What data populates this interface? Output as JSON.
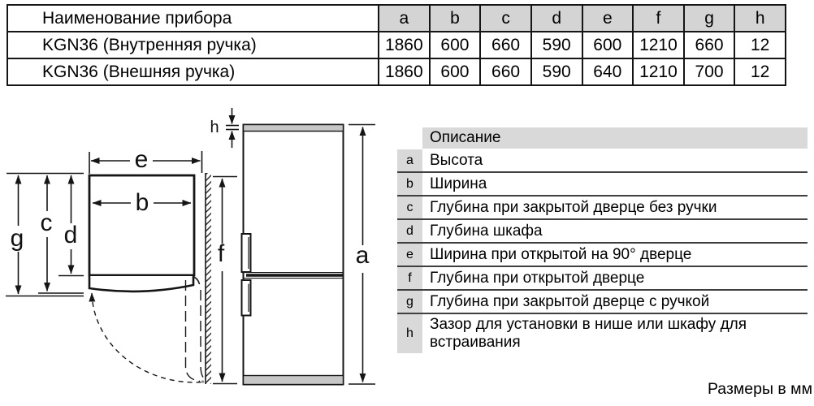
{
  "colors": {
    "table_header_bg": "#d4d4d4",
    "legend_bg": "#d9d9d9",
    "fridge_band": "#c7c7c7",
    "line": "#151515"
  },
  "dimensions_table": {
    "name_header": "Наименование прибора",
    "columns": [
      "a",
      "b",
      "c",
      "d",
      "e",
      "f",
      "g",
      "h"
    ],
    "rows": [
      {
        "name": "KGN36 (Внутренняя ручка)",
        "values": [
          "1860",
          "600",
          "660",
          "590",
          "600",
          "1210",
          "660",
          "12"
        ]
      },
      {
        "name": "KGN36 (Внешняя ручка)",
        "values": [
          "1860",
          "600",
          "660",
          "590",
          "640",
          "1210",
          "700",
          "12"
        ]
      }
    ]
  },
  "legend": {
    "header": "Описание",
    "items": [
      {
        "key": "a",
        "text": "Высота"
      },
      {
        "key": "b",
        "text": "Ширина"
      },
      {
        "key": "c",
        "text": "Глубина при закрытой дверце без ручки"
      },
      {
        "key": "d",
        "text": "Глубина шкафа"
      },
      {
        "key": "e",
        "text": "Ширина при открытой на 90° дверце"
      },
      {
        "key": "f",
        "text": "Глубина при открытой дверце"
      },
      {
        "key": "g",
        "text": "Глубина при закрытой дверце с ручкой"
      },
      {
        "key": "h",
        "text": "Зазор для установки в нише или шкафу для встраивания"
      }
    ]
  },
  "diagram": {
    "labels": {
      "a": "a",
      "b": "b",
      "c": "c",
      "d": "d",
      "e": "e",
      "f": "f",
      "g": "g",
      "h": "h"
    }
  },
  "footer": {
    "units_note": "Размеры в мм"
  }
}
